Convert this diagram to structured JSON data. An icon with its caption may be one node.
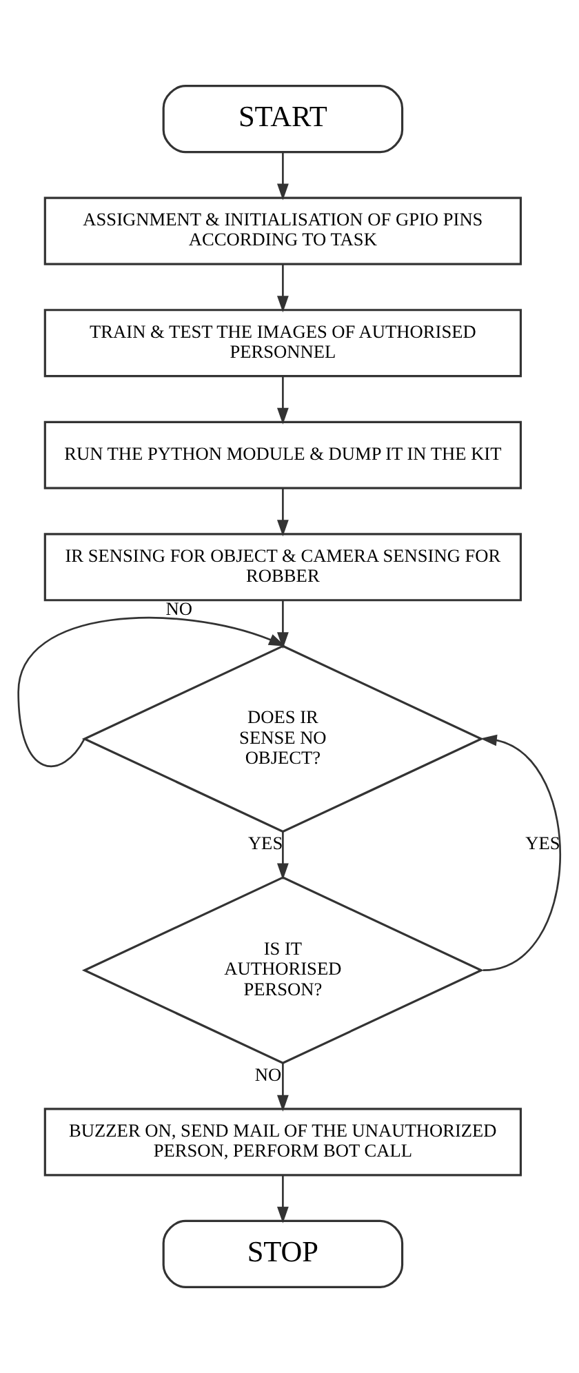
{
  "diagram": {
    "nodes": [
      {
        "text": [
          "START"
        ]
      },
      {
        "text": [
          "ASSIGNMENT & INITIALISATION OF GPIO PINS ACCORDING TO TASK"
        ]
      },
      {
        "text": [
          "TRAIN & TEST THE IMAGES OF AUTHORISED PERSONNEL"
        ]
      },
      {
        "text": [
          "RUN THE PYTHON MODULE & DUMP IT IN THE KIT"
        ]
      },
      {
        "text": [
          "IR SENSING FOR OBJECT & CAMERA SENSING FOR ROBBER"
        ]
      },
      {
        "text": [
          "DOES IR SENSE NO OBJECT?"
        ]
      },
      {
        "text": [
          "IS IT AUTHORISED PERSON?"
        ]
      },
      {
        "text": [
          "BUZZER ON, SEND MAIL OF THE UNAUTHORIZED PERSON, PERFORM BOT CALL"
        ]
      },
      {
        "text": [
          "STOP"
        ]
      }
    ],
    "edges": [
      {
        "from": 0,
        "to": 1,
        "arrow": "to"
      },
      {
        "from": 1,
        "to": 2,
        "arrow": "to"
      },
      {
        "from": 2,
        "to": 3,
        "arrow": "to"
      },
      {
        "from": 3,
        "to": 4,
        "arrow": "to"
      },
      {
        "from": 4,
        "to": 5,
        "arrow": "to"
      },
      {
        "from": 5,
        "to": 5,
        "arrow": "to",
        "label": "NO"
      },
      {
        "from": 5,
        "to": 6,
        "arrow": "to",
        "label": "YES"
      },
      {
        "from": 6,
        "to": 5,
        "arrow": "to",
        "label": "YES"
      },
      {
        "from": 6,
        "to": 7,
        "arrow": "to",
        "label": "NO"
      },
      {
        "from": 7,
        "to": 8,
        "arrow": "to"
      }
    ]
  }
}
